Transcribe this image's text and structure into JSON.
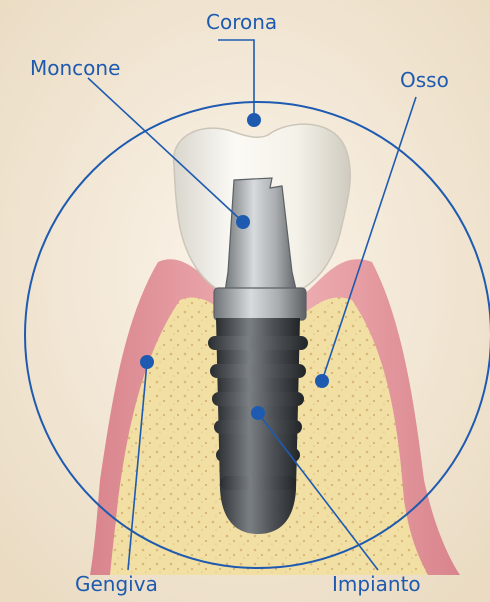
{
  "colors": {
    "background": "#f3e8d6",
    "label": "#1e5bb0",
    "line": "#1e5bb0",
    "gum": "#e49aa0",
    "bone": "#f1dfa4",
    "tooth": "#f6f3ea",
    "metal": "#8d9296",
    "screw": "#3e4246"
  },
  "labels": {
    "corona": "Corona",
    "moncone": "Moncone",
    "osso": "Osso",
    "gengiva": "Gengiva",
    "impianto": "Impianto"
  }
}
